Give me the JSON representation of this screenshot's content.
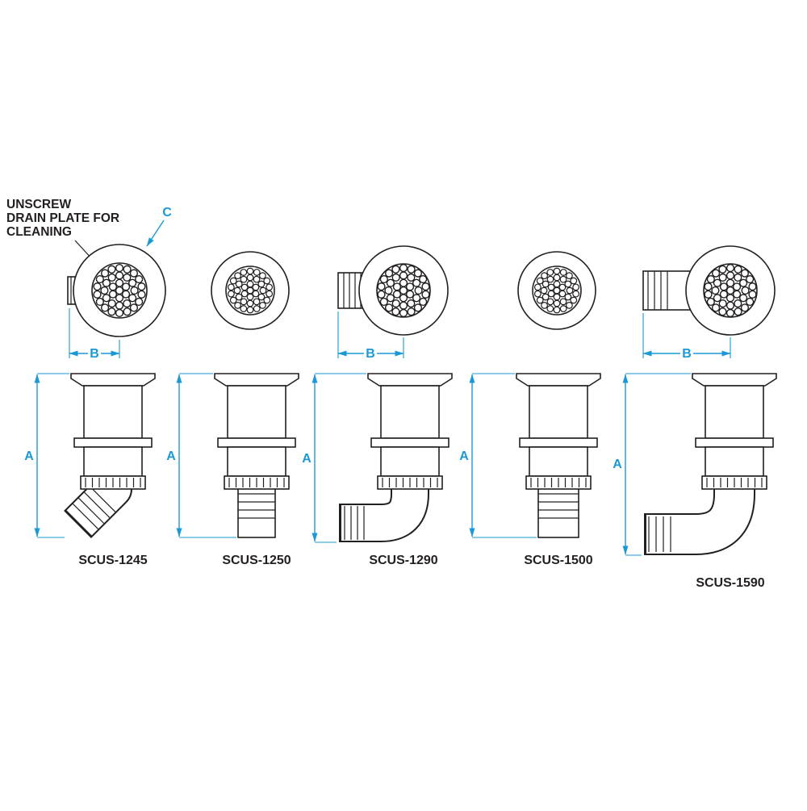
{
  "note": {
    "line1": "UNSCREW",
    "line2": "DRAIN PLATE FOR",
    "line3": "CLEANING"
  },
  "dims": {
    "a": "A",
    "b": "B",
    "c": "C"
  },
  "products": [
    {
      "part_number": "SCUS-1245"
    },
    {
      "part_number": "SCUS-1250"
    },
    {
      "part_number": "SCUS-1290"
    },
    {
      "part_number": "SCUS-1500"
    },
    {
      "part_number": "SCUS-1590"
    }
  ],
  "colors": {
    "line": "#231f20",
    "dimension": "#1b99d5",
    "background": "#ffffff"
  }
}
